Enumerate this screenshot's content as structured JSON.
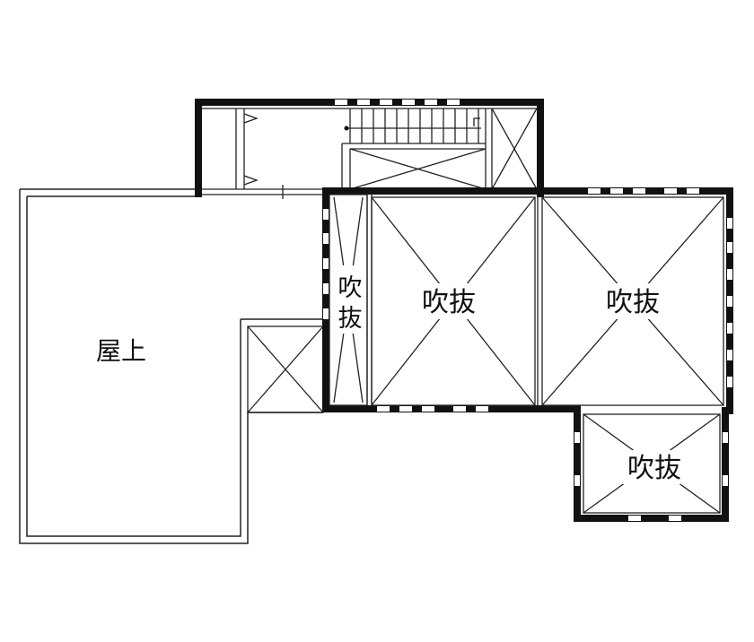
{
  "floor_plan": {
    "rooms": [
      {
        "id": "rooftop",
        "label": "屋上"
      },
      {
        "id": "void-narrow",
        "label": "吹抜"
      },
      {
        "id": "void-center",
        "label": "吹抜"
      },
      {
        "id": "void-right",
        "label": "吹抜"
      },
      {
        "id": "void-lower-right",
        "label": "吹抜"
      }
    ]
  },
  "colors": {
    "wall": "#111111",
    "line": "#222222",
    "background": "#ffffff"
  }
}
